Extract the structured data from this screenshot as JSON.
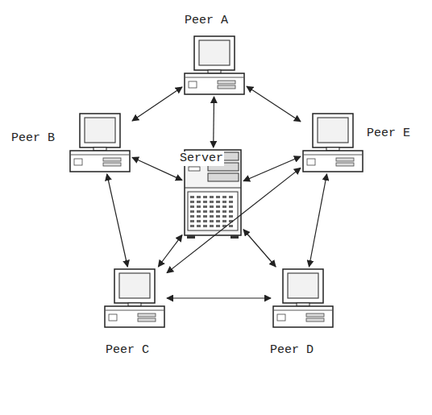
{
  "diagram": {
    "nodes": [
      {
        "text": [
          "Peer A"
        ]
      },
      {
        "text": [
          "Peer B"
        ]
      },
      {
        "text": [
          "Server"
        ]
      },
      {
        "text": [
          "Peer E"
        ]
      },
      {
        "text": [
          "Peer C"
        ]
      },
      {
        "text": [
          "Peer D"
        ]
      }
    ],
    "edges": [
      {
        "from": 0,
        "to": 1,
        "arrow": "both"
      },
      {
        "from": 0,
        "to": 2,
        "arrow": "both"
      },
      {
        "from": 0,
        "to": 3,
        "arrow": "both"
      },
      {
        "from": 1,
        "to": 2,
        "arrow": "both"
      },
      {
        "from": 1,
        "to": 4,
        "arrow": "both"
      },
      {
        "from": 3,
        "to": 2,
        "arrow": "both"
      },
      {
        "from": 3,
        "to": 5,
        "arrow": "both"
      },
      {
        "from": 4,
        "to": 2,
        "arrow": "both"
      },
      {
        "from": 5,
        "to": 2,
        "arrow": "both"
      },
      {
        "from": 4,
        "to": 5,
        "arrow": "both"
      },
      {
        "from": 4,
        "to": 3,
        "arrow": "both"
      }
    ]
  }
}
